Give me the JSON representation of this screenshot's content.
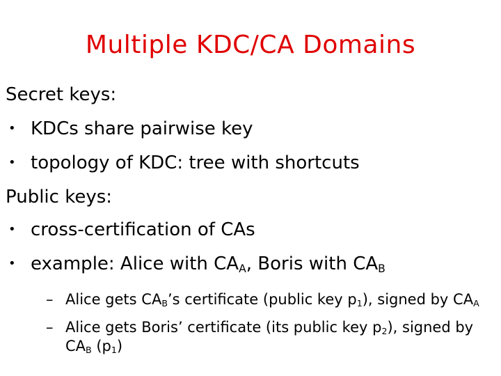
{
  "slide": {
    "title": "Multiple KDC/CA Domains",
    "title_color": "#e00000",
    "secret_keys": {
      "heading": "Secret keys:",
      "bullets": [
        "KDCs share pairwise key",
        "topology of KDC: tree with shortcuts"
      ]
    },
    "public_keys": {
      "heading": "Public keys:",
      "bullet1": "cross-certification of CAs",
      "bullet2": {
        "pre": "example: Alice with CA",
        "sub_a": "A",
        "mid": ", Boris with CA",
        "sub_b": "B"
      },
      "sub1": {
        "dash": "–",
        "pre": "Alice gets CA",
        "sub_b": "B",
        "mid": "’s certificate (public key p",
        "sub_1": "1",
        "post": "), signed by CA",
        "sub_a": "A"
      },
      "sub2": {
        "dash": "–",
        "pre": "Alice gets Boris’ certificate (its public key p",
        "sub_2": "2",
        "post": "), signed by",
        "cont_pre": "CA",
        "cont_sub_b": "B",
        "cont_mid": " (p",
        "cont_sub_1": "1",
        "cont_post": ")"
      }
    },
    "bullet_symbol": "•"
  }
}
